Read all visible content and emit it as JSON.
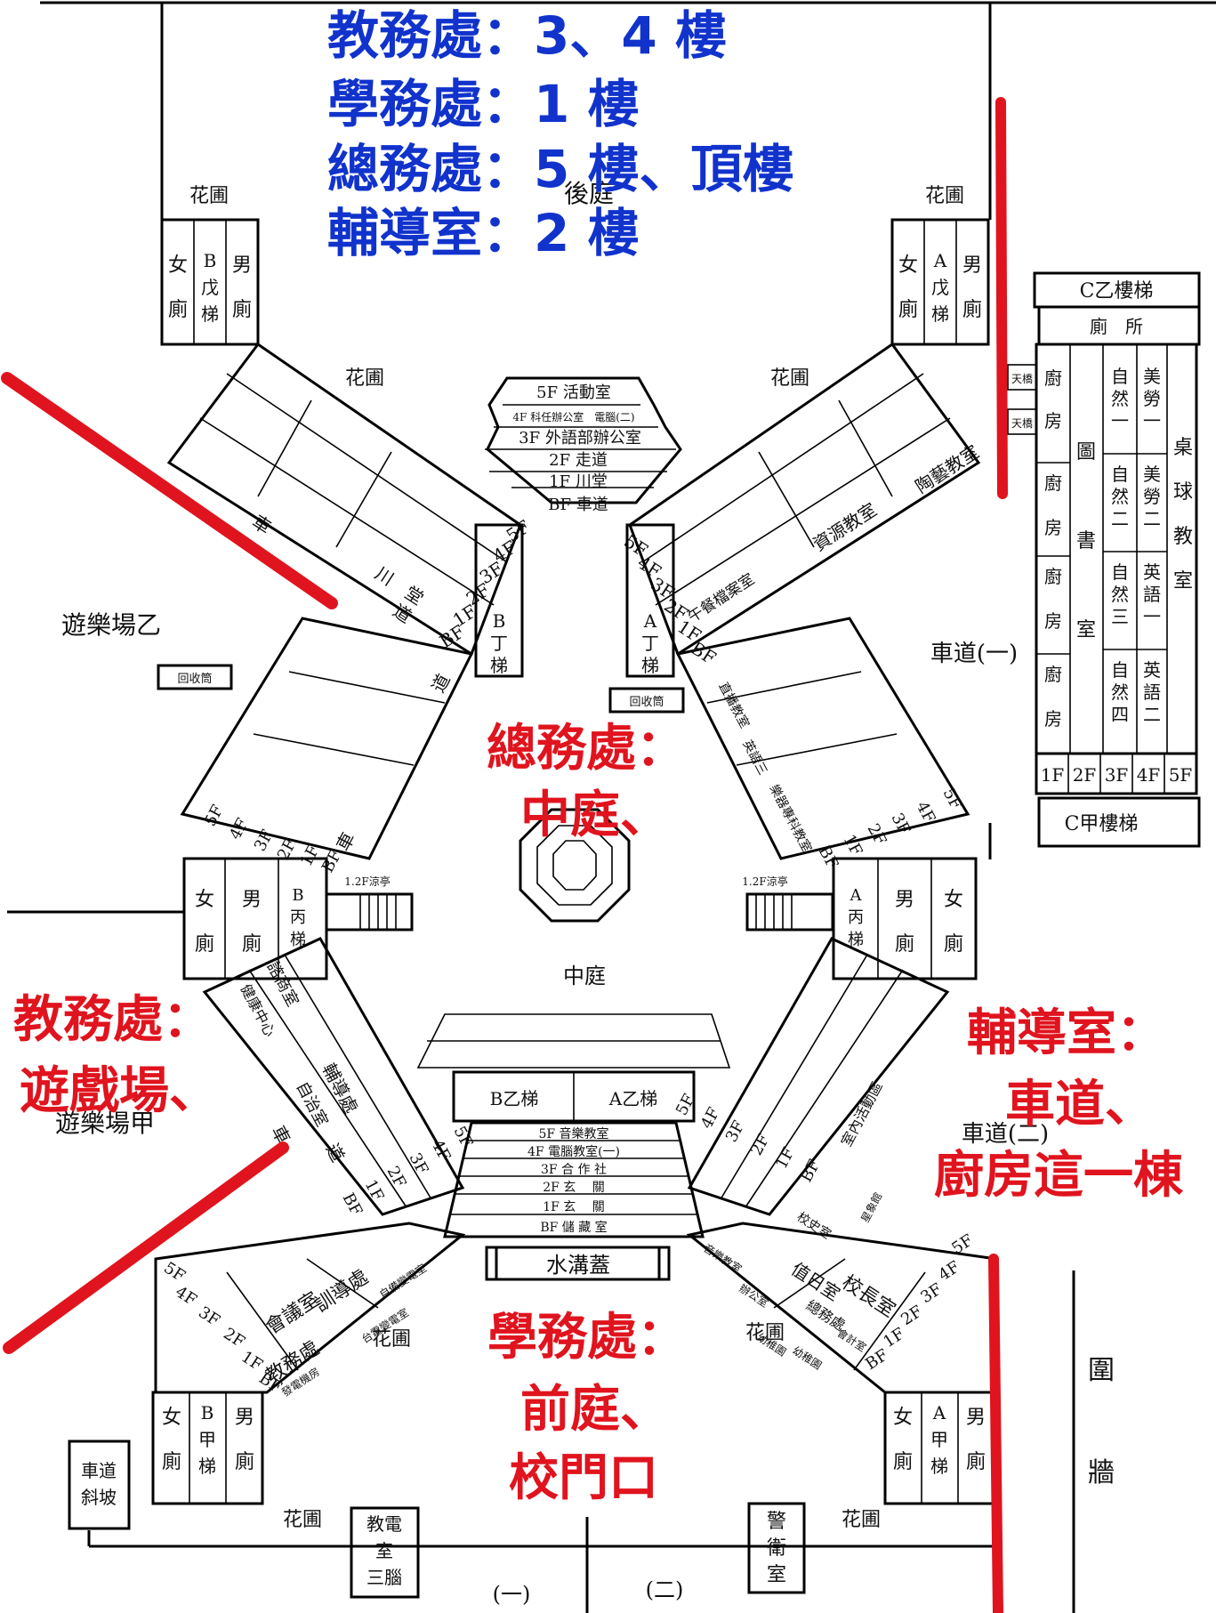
{
  "assignments": {
    "line1": "教務處：3、4 樓",
    "line2": "學務處：1 樓",
    "line3": "總務處：5 樓、頂樓",
    "line4": "輔導室：2 樓"
  },
  "zones": {
    "general": [
      "總務處：",
      "中庭、"
    ],
    "academic": [
      "教務處：",
      "遊戲場、"
    ],
    "guidance": [
      "輔導室：",
      "車道、",
      "廚房這一棟"
    ],
    "student": [
      "學務處：",
      "前庭、",
      "校門口"
    ]
  },
  "places": {
    "back_courtyard": "後庭",
    "garden": "花圃",
    "playground_b": "遊樂場乙",
    "playground_a": "遊樂場甲",
    "recycle_bin": "回收筒",
    "central_courtyard": "中庭",
    "pavilion": "1.2F涼亭",
    "driveway_1": "車道(一)",
    "driveway_2": "車道(二)",
    "ditch_cover": "水溝蓋",
    "gate_1": "(一)",
    "gate_2": "(二)",
    "enclosure_wall": [
      "圍",
      "牆"
    ],
    "ramp": [
      "車道",
      "斜坡"
    ],
    "electric_room": [
      "教電",
      "室",
      "三腦"
    ],
    "guard_room": [
      "警",
      "衛",
      "室"
    ]
  },
  "restrooms": {
    "female": [
      "女",
      "廁"
    ],
    "male": [
      "男",
      "廁"
    ]
  },
  "stairs": {
    "b_wu": [
      "B",
      "戊",
      "梯"
    ],
    "a_wu": [
      "A",
      "戊",
      "梯"
    ],
    "b_ding": [
      "B",
      "丁",
      "梯"
    ],
    "a_ding": [
      "A",
      "丁",
      "梯"
    ],
    "b_bing": [
      "B",
      "丙",
      "梯"
    ],
    "a_bing": [
      "A",
      "丙",
      "梯"
    ],
    "b_jia": [
      "B",
      "甲",
      "梯"
    ],
    "a_jia": [
      "A",
      "甲",
      "梯"
    ],
    "b_yi": "B乙梯",
    "a_yi": "A乙梯"
  },
  "floors": [
    "5F",
    "4F",
    "3F",
    "2F",
    "1F",
    "BF"
  ],
  "north_stack": [
    "5F 活動室",
    "4F 科任辦公室　電腦(二)",
    "3F 外語部辦公室",
    "2F 走道",
    "1F 川堂",
    "BF 車道"
  ],
  "south_stack": [
    "5F 音樂教室",
    "4F 電腦教室(一)",
    "3F 合 作 社",
    "2F 玄　 關",
    "1F 玄　 關",
    "BF 儲 藏 室"
  ],
  "wing_rooms": {
    "nw": [
      "車",
      "川　堂",
      "道"
    ],
    "ne": [
      "午餐檔案室",
      "資源教室",
      "陶藝教室"
    ],
    "w": [
      "道",
      "車"
    ],
    "e": [
      "直播教室",
      "英語三",
      "樂器專科教室"
    ],
    "sw": [
      "諮商室",
      "健康中心",
      "輔導處",
      "自治室",
      "車",
      "道"
    ],
    "se": [
      "室內活動區",
      "星象館"
    ],
    "ssw": [
      "會議室",
      "訓導處",
      "教務處",
      "自備變電室",
      "台電變電室",
      "發電機房"
    ],
    "sse": [
      "值日室",
      "校長室",
      "總務處",
      "會計室",
      "幼稚園",
      "幼稚園",
      "辦公室",
      "音樂教室",
      "校史室"
    ]
  },
  "kitchen_block": {
    "stair_c_yi": "C乙樓梯",
    "toilet": "廁　所",
    "skylight": "天橋",
    "kitchen": [
      "廚",
      "房"
    ],
    "library": [
      "圖",
      "書",
      "室"
    ],
    "science": [
      [
        "自",
        "然",
        "一"
      ],
      [
        "自",
        "然",
        "二"
      ],
      [
        "自",
        "然",
        "三"
      ],
      [
        "自",
        "然",
        "四"
      ]
    ],
    "art_labor": [
      [
        "美",
        "勞",
        "一"
      ],
      [
        "美",
        "勞",
        "二"
      ]
    ],
    "english": [
      [
        "英",
        "語",
        "一"
      ],
      [
        "英",
        "語",
        "二"
      ]
    ],
    "billiards": [
      "桌",
      "球",
      "教",
      "室"
    ],
    "stair_c_jia": "C甲樓梯"
  },
  "colors": {
    "blue": "#1133cc",
    "red": "#e0141e",
    "line": "#000000"
  }
}
